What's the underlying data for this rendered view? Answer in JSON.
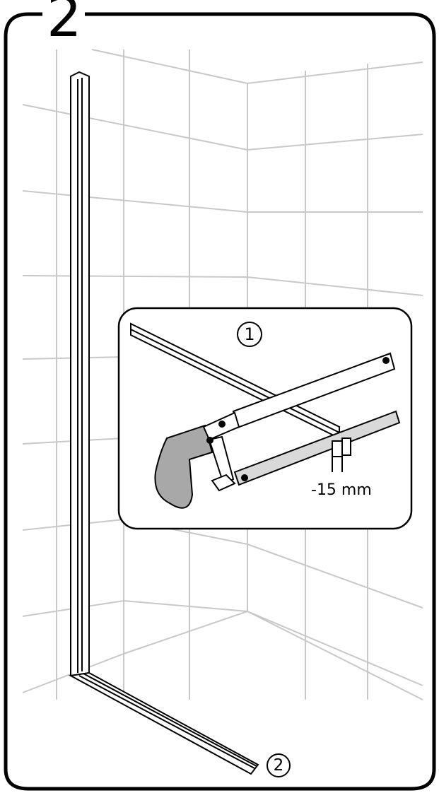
{
  "step": {
    "number": "2"
  },
  "callouts": {
    "one": "1",
    "two": "2"
  },
  "dimension": {
    "label": "-15 mm"
  },
  "colors": {
    "line": "#000000",
    "tile_grid": "#c8c8c8",
    "handle_fill": "#a8a8a8",
    "blade_fill": "#d9d9d9"
  },
  "icons": {
    "tool": "hacksaw-icon",
    "profile": "wall-profile-icon"
  }
}
